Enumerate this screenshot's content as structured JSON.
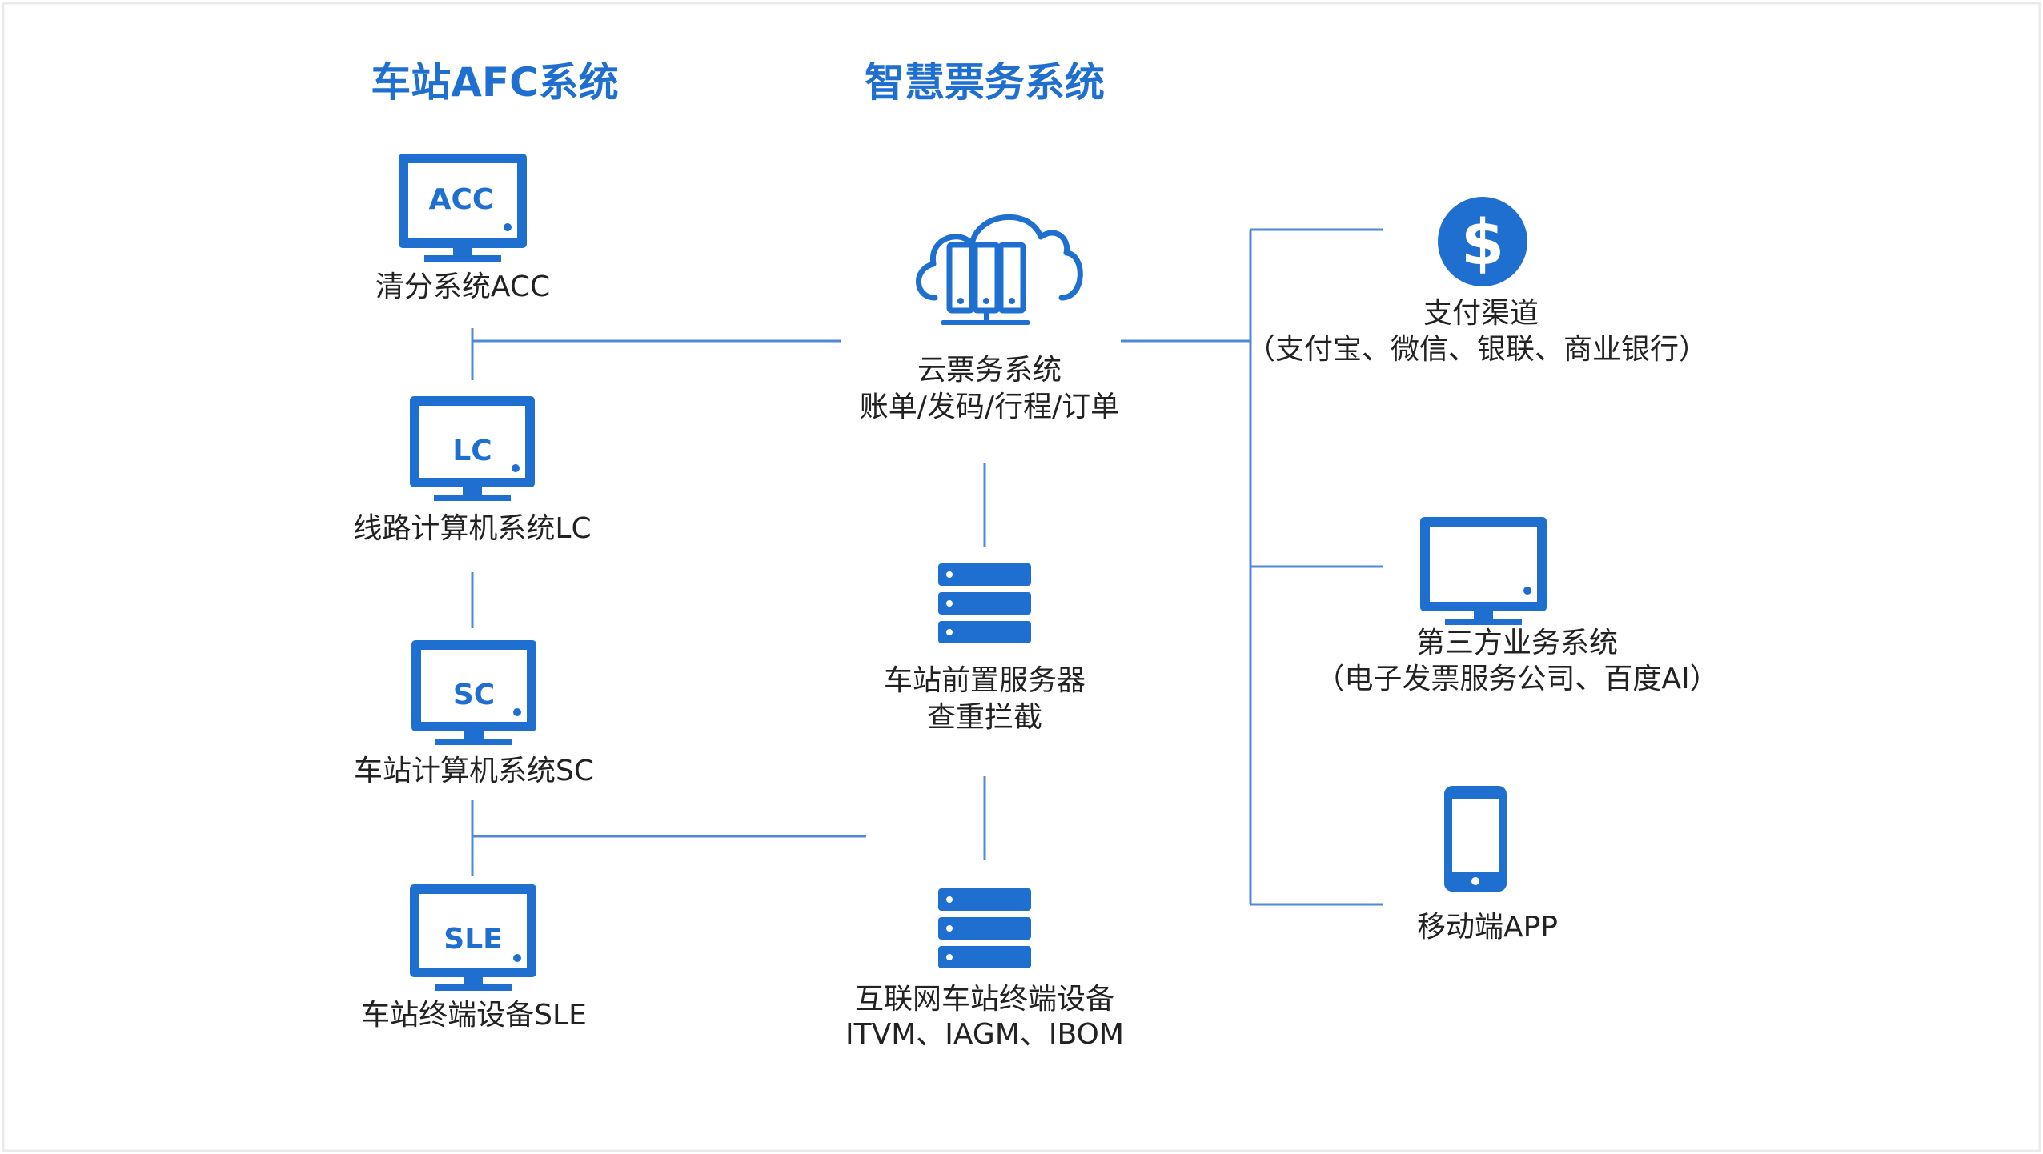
{
  "headings": {
    "afc": "车站AFC系统",
    "smart": "智慧票务系统"
  },
  "afc_nodes": [
    {
      "screen_text": "ACC",
      "label": "清分系统ACC"
    },
    {
      "screen_text": "LC",
      "label": "线路计算机系统LC"
    },
    {
      "screen_text": "SC",
      "label": "车站计算机系统SC"
    },
    {
      "screen_text": "SLE",
      "label": "车站终端设备SLE"
    }
  ],
  "smart_nodes": [
    {
      "icon": "cloud-server-icon",
      "lines": [
        "云票务系统",
        "账单/发码/行程/订单"
      ]
    },
    {
      "icon": "server-icon",
      "lines": [
        "车站前置服务器",
        "查重拦截"
      ]
    },
    {
      "icon": "server-icon",
      "lines": [
        "互联网车站终端设备",
        "ITVM、IAGM、IBOM"
      ]
    }
  ],
  "external_nodes": [
    {
      "icon": "dollar-icon",
      "symbol": "$",
      "lines": [
        "支付渠道",
        "（支付宝、微信、银联、商业银行）"
      ]
    },
    {
      "icon": "monitor-icon",
      "lines": [
        "第三方业务系统",
        "（电子发票服务公司、百度AI）"
      ]
    },
    {
      "icon": "mobile-phone-icon",
      "lines": [
        "移动端APP"
      ]
    }
  ],
  "colors": {
    "accent": "#1f6fd0",
    "line": "#4f88d6",
    "text": "#222222"
  }
}
